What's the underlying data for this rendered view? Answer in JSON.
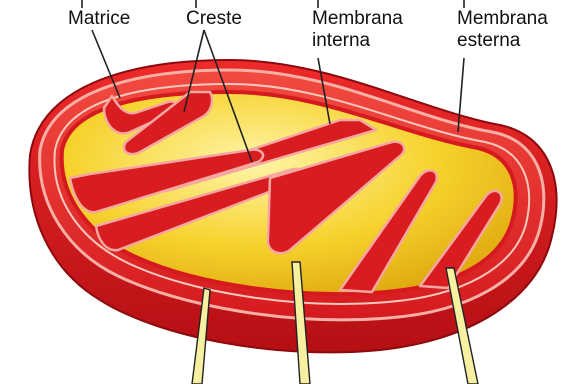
{
  "labels": {
    "matrice": "Matrice",
    "creste": "Creste",
    "membrana_interna": [
      "Membrana",
      "interna"
    ],
    "membrana_esterna": [
      "Membrana",
      "esterna"
    ]
  },
  "colors": {
    "outer_membrane": "#d9161c",
    "outer_membrane_dark": "#a80d12",
    "inner_membrane": "#e22a2a",
    "membrane_highlight": "#f4a8a0",
    "matrix": "#f2c418",
    "matrix_light": "#fbe680",
    "pointer_line": "#222222",
    "callout_fill": "#f6f0a0"
  }
}
